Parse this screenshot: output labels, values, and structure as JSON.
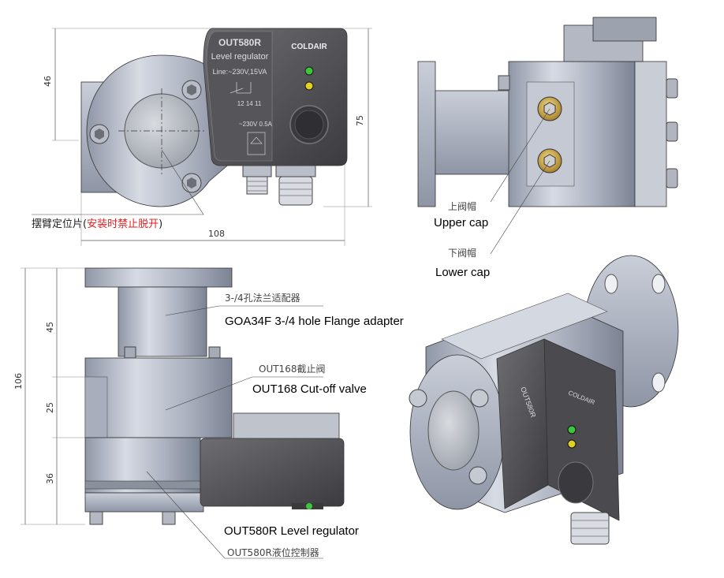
{
  "dimensions": {
    "top_width": "108",
    "top_height_46": "46",
    "top_height_75": "75",
    "side_total": "106",
    "side_45": "45",
    "side_25": "25",
    "side_36": "36"
  },
  "device_label": {
    "model": "OUT580R",
    "name": "Level regulator",
    "spec": "Line:~230V,15VA",
    "pins": "12 14 11",
    "relay": "~230V 0.5A",
    "brand": "COLDAIR"
  },
  "callouts": {
    "swing_arm_cn_prefix": "摆臂定位片(",
    "swing_arm_cn_warning": "安装时禁止脱开",
    "swing_arm_cn_suffix": ")",
    "upper_cap_cn": "上阀帽",
    "upper_cap_en": "Upper cap",
    "lower_cap_cn": "下阀帽",
    "lower_cap_en": "Lower cap",
    "flange_cn": "3-/4孔法兰适配器",
    "flange_en": "GOA34F 3-/4 hole Flange adapter",
    "cutoff_cn": "OUT168截止阀",
    "cutoff_en": "OUT168 Cut-off valve",
    "regulator_en": "OUT580R Level regulator",
    "regulator_cn": "OUT580R液位控制器"
  },
  "colors": {
    "warning_text": "#e02020",
    "led_green": "#3cc63c",
    "led_yellow": "#e0d020",
    "brass": "#c8a040"
  }
}
